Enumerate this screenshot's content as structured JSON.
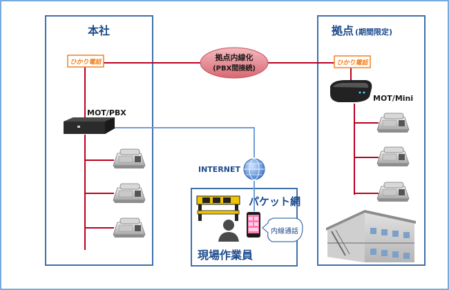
{
  "hq": {
    "title": "本社",
    "device_label": "MOT/PBX"
  },
  "branch": {
    "title": "拠点",
    "title_note": "(期間限定)",
    "device_label": "MOT/Mini"
  },
  "hikari_badge": "ひかり電話",
  "center_link": {
    "line1": "拠点内線化",
    "line2": "(PBX間接続)"
  },
  "internet_label": "INTERNET",
  "packet_label": "パケット網",
  "worker_label": "現場作業員",
  "speech_bubble": "内線通話",
  "colors": {
    "frame_border": "#4a8fd6",
    "box_border": "#3d6fa8",
    "red_line": "#b8001f",
    "blue_line": "#6f9bd8",
    "badge": "#f08020",
    "ellipse": "#e58a93"
  }
}
